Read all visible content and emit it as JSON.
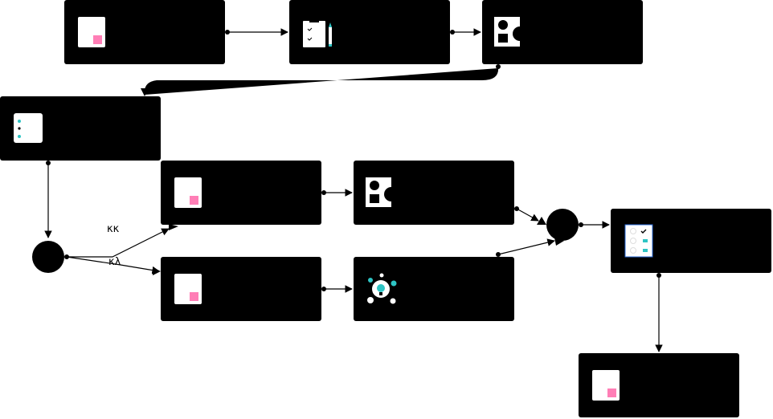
{
  "colors": {
    "node_fill": "#000000",
    "icon_bg": "#ffffff",
    "accent_pink": "#ff7eb6",
    "accent_teal": "#2ec4c4",
    "accent_blue": "#2a6cdb"
  },
  "nodes": [
    {
      "id": "n1",
      "icon": "document-icon"
    },
    {
      "id": "n2",
      "icon": "checklist-pencil-icon"
    },
    {
      "id": "n3",
      "icon": "shapes-icon"
    },
    {
      "id": "n4",
      "icon": "list-icon"
    },
    {
      "id": "n5",
      "icon": "document-icon"
    },
    {
      "id": "n6",
      "icon": "shapes-icon"
    },
    {
      "id": "n7",
      "icon": "document-icon"
    },
    {
      "id": "n8",
      "icon": "lightbulb-network-icon"
    },
    {
      "id": "n9",
      "icon": "checklist-form-icon"
    },
    {
      "id": "n10",
      "icon": "document-icon"
    }
  ],
  "decision": {
    "label": ""
  },
  "merge": {
    "label": ""
  },
  "branch_labels": {
    "top": "κκ",
    "bottom": "κλ"
  }
}
